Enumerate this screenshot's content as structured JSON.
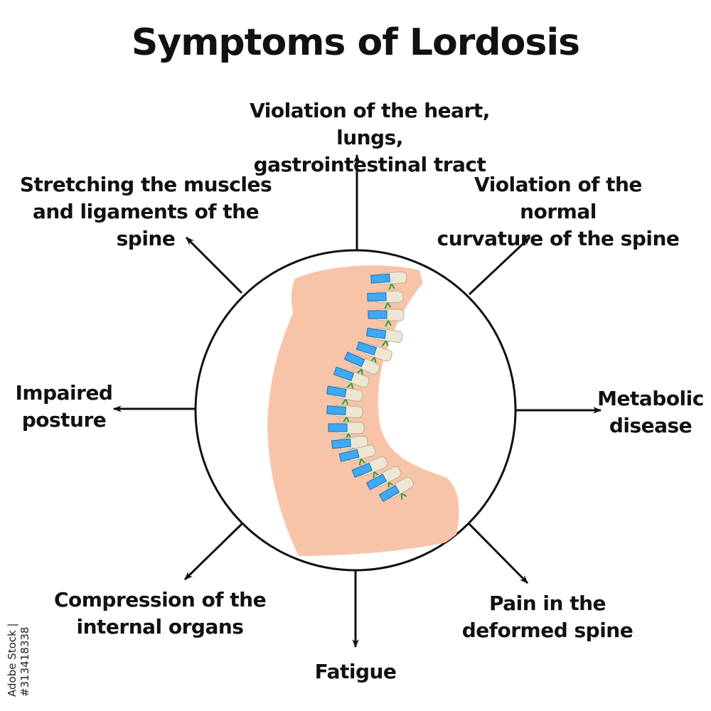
{
  "title": "Symptoms of Lordosis",
  "symptoms": {
    "top": [
      "Violation of the heart, lungs,",
      "gastrointestinal tract"
    ],
    "top_left": [
      "Stretching the muscles",
      "and ligaments of the spine"
    ],
    "top_right": [
      "Violation of the normal",
      "curvature of the spine"
    ],
    "left": [
      "Impaired",
      "posture"
    ],
    "right": [
      "Metabolic",
      "disease"
    ],
    "bottom_left": [
      "Compression of the",
      "internal organs"
    ],
    "bottom_right": [
      "Pain in the",
      "deformed spine"
    ],
    "bottom": [
      "Fatigue"
    ]
  },
  "watermark": "Adobe Stock | #313418338",
  "colors": {
    "skin": "#F8C4A8",
    "disc": "#3FA9F5",
    "bone": "#EDE6D2",
    "nerve": "#2E9E3A",
    "ink": "#111111"
  }
}
